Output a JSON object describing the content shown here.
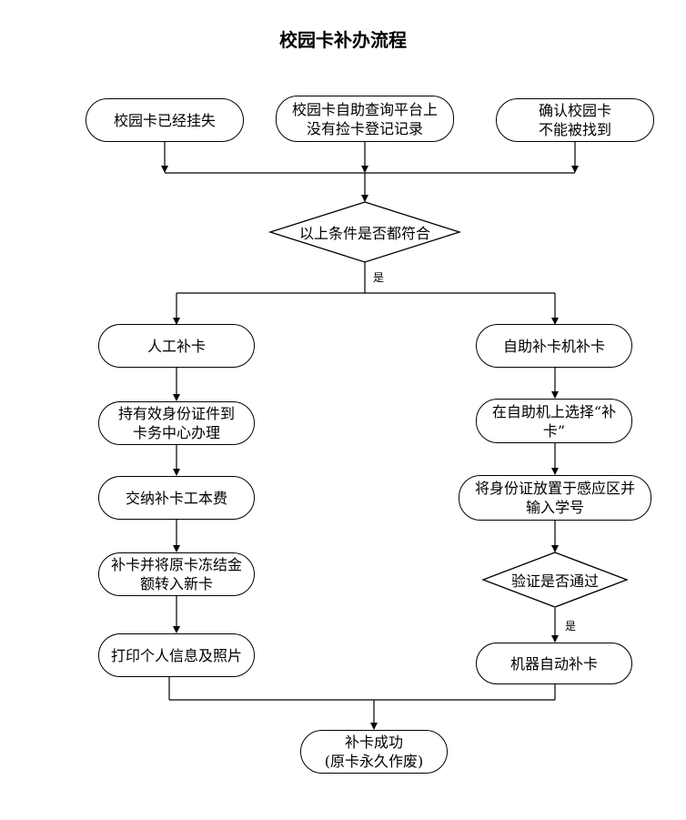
{
  "title": "校园卡补办流程",
  "conditions": {
    "lost": "校园卡已经挂失",
    "no_record": "校园卡自助查询平台上\n没有捡卡登记记录",
    "not_found": "确认校园卡\n不能被找到"
  },
  "decision_all": "以上条件是否都符合",
  "yes_label": "是",
  "manual": {
    "title": "人工补卡",
    "step1": "持有效身份证件到\n卡务中心办理",
    "step2": "交纳补卡工本费",
    "step3": "补卡并将原卡冻结金\n额转入新卡",
    "step4": "打印个人信息及照片"
  },
  "self_service": {
    "title": "自助补卡机补卡",
    "step1": "在自助机上选择“补\n卡”",
    "step2": "将身份证放置于感应区并\n输入学号",
    "verify": "验证是否通过",
    "yes_label": "是",
    "step3": "机器自动补卡"
  },
  "success": "补卡成功\n(原卡永久作废)"
}
